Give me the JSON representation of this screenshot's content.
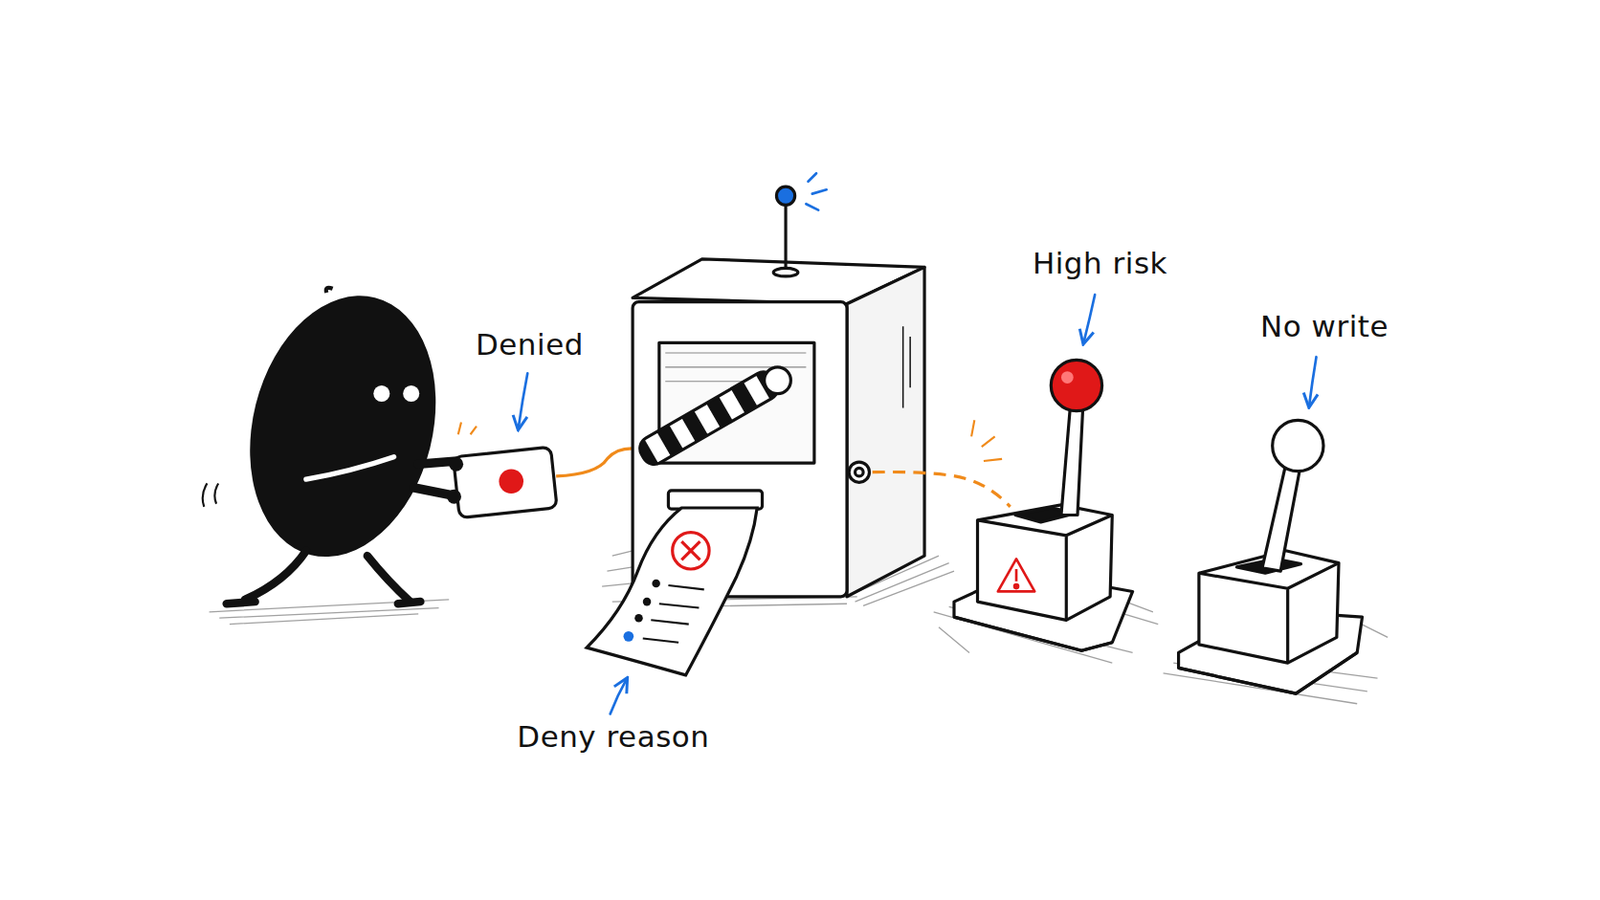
{
  "diagram": {
    "labels": [
      "High risk",
      "No write",
      "Denied",
      "Deny reason"
    ]
  }
}
